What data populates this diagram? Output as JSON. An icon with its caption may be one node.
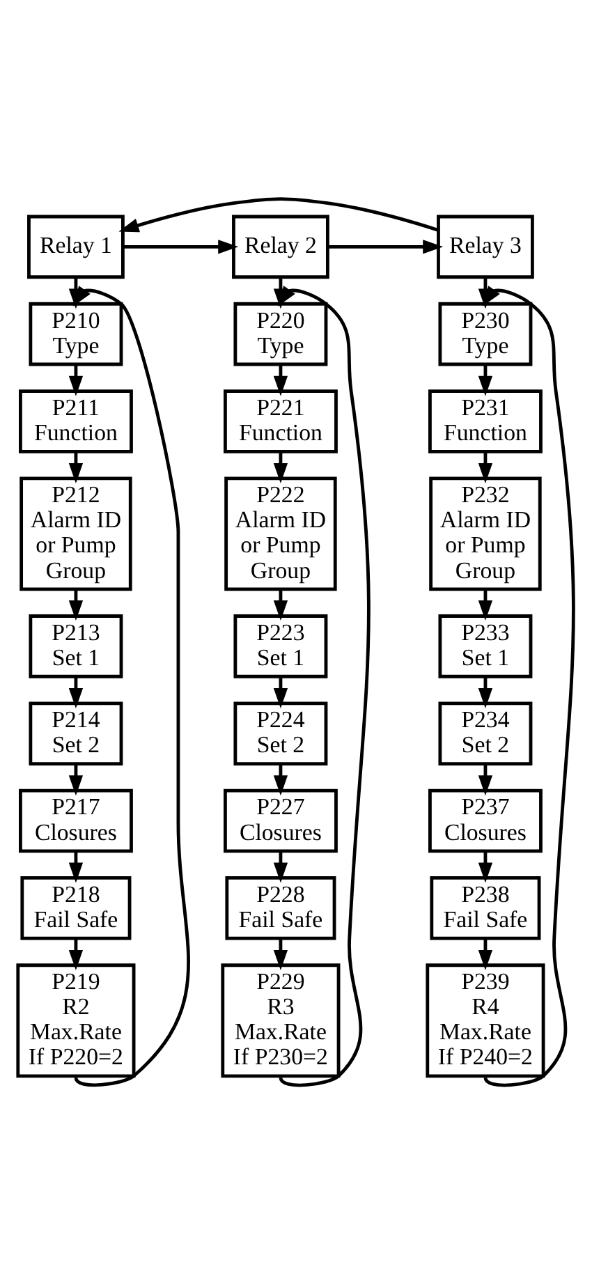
{
  "diagram": {
    "nodes": [
      {
        "text": [
          "Relay 1"
        ]
      },
      {
        "text": [
          "Relay 2"
        ]
      },
      {
        "text": [
          "Relay 3"
        ]
      },
      {
        "text": [
          "P210",
          "Type"
        ]
      },
      {
        "text": [
          "P211",
          "Function"
        ]
      },
      {
        "text": [
          "P212",
          "Alarm ID or Pump Group"
        ]
      },
      {
        "text": [
          "P213",
          "Set 1"
        ]
      },
      {
        "text": [
          "P214",
          "Set 2"
        ]
      },
      {
        "text": [
          "P217",
          "Closures"
        ]
      },
      {
        "text": [
          "P218",
          "Fail Safe"
        ]
      },
      {
        "text": [
          "P219",
          "R2 Max.Rate If P220=2"
        ]
      },
      {
        "text": [
          "P220",
          "Type"
        ]
      },
      {
        "text": [
          "P221",
          "Function"
        ]
      },
      {
        "text": [
          "P222",
          "Alarm ID or Pump Group"
        ]
      },
      {
        "text": [
          "P223",
          "Set 1"
        ]
      },
      {
        "text": [
          "P224",
          "Set 2"
        ]
      },
      {
        "text": [
          "P227",
          "Closures"
        ]
      },
      {
        "text": [
          "P228",
          "Fail Safe"
        ]
      },
      {
        "text": [
          "P229",
          "R3 Max.Rate If P230=2"
        ]
      },
      {
        "text": [
          "P230",
          "Type"
        ]
      },
      {
        "text": [
          "P231",
          "Function"
        ]
      },
      {
        "text": [
          "P232",
          "Alarm ID or Pump Group"
        ]
      },
      {
        "text": [
          "P233",
          "Set 1"
        ]
      },
      {
        "text": [
          "P234",
          "Set 2"
        ]
      },
      {
        "text": [
          "P237",
          "Closures"
        ]
      },
      {
        "text": [
          "P238",
          "Fail Safe"
        ]
      },
      {
        "text": [
          "P239",
          "R4 Max.Rate If P240=2"
        ]
      }
    ],
    "edges": [
      {
        "from": 0,
        "to": 1,
        "arrow": "to"
      },
      {
        "from": 1,
        "to": 2,
        "arrow": "to"
      },
      {
        "from": 2,
        "to": 0,
        "arrow": "to"
      },
      {
        "from": 0,
        "to": 3,
        "arrow": "to"
      },
      {
        "from": 3,
        "to": 4,
        "arrow": "to"
      },
      {
        "from": 4,
        "to": 5,
        "arrow": "to"
      },
      {
        "from": 5,
        "to": 6,
        "arrow": "to"
      },
      {
        "from": 6,
        "to": 7,
        "arrow": "to"
      },
      {
        "from": 7,
        "to": 8,
        "arrow": "to"
      },
      {
        "from": 8,
        "to": 9,
        "arrow": "to"
      },
      {
        "from": 9,
        "to": 10,
        "arrow": "to"
      },
      {
        "from": 10,
        "to": 3,
        "arrow": "to"
      },
      {
        "from": 1,
        "to": 11,
        "arrow": "to"
      },
      {
        "from": 11,
        "to": 12,
        "arrow": "to"
      },
      {
        "from": 12,
        "to": 13,
        "arrow": "to"
      },
      {
        "from": 13,
        "to": 14,
        "arrow": "to"
      },
      {
        "from": 14,
        "to": 15,
        "arrow": "to"
      },
      {
        "from": 15,
        "to": 16,
        "arrow": "to"
      },
      {
        "from": 16,
        "to": 17,
        "arrow": "to"
      },
      {
        "from": 17,
        "to": 18,
        "arrow": "to"
      },
      {
        "from": 18,
        "to": 11,
        "arrow": "to"
      },
      {
        "from": 2,
        "to": 19,
        "arrow": "to"
      },
      {
        "from": 19,
        "to": 20,
        "arrow": "to"
      },
      {
        "from": 20,
        "to": 21,
        "arrow": "to"
      },
      {
        "from": 21,
        "to": 22,
        "arrow": "to"
      },
      {
        "from": 22,
        "to": 23,
        "arrow": "to"
      },
      {
        "from": 23,
        "to": 24,
        "arrow": "to"
      },
      {
        "from": 24,
        "to": 25,
        "arrow": "to"
      },
      {
        "from": 25,
        "to": 26,
        "arrow": "to"
      },
      {
        "from": 26,
        "to": 19,
        "arrow": "to"
      }
    ]
  }
}
